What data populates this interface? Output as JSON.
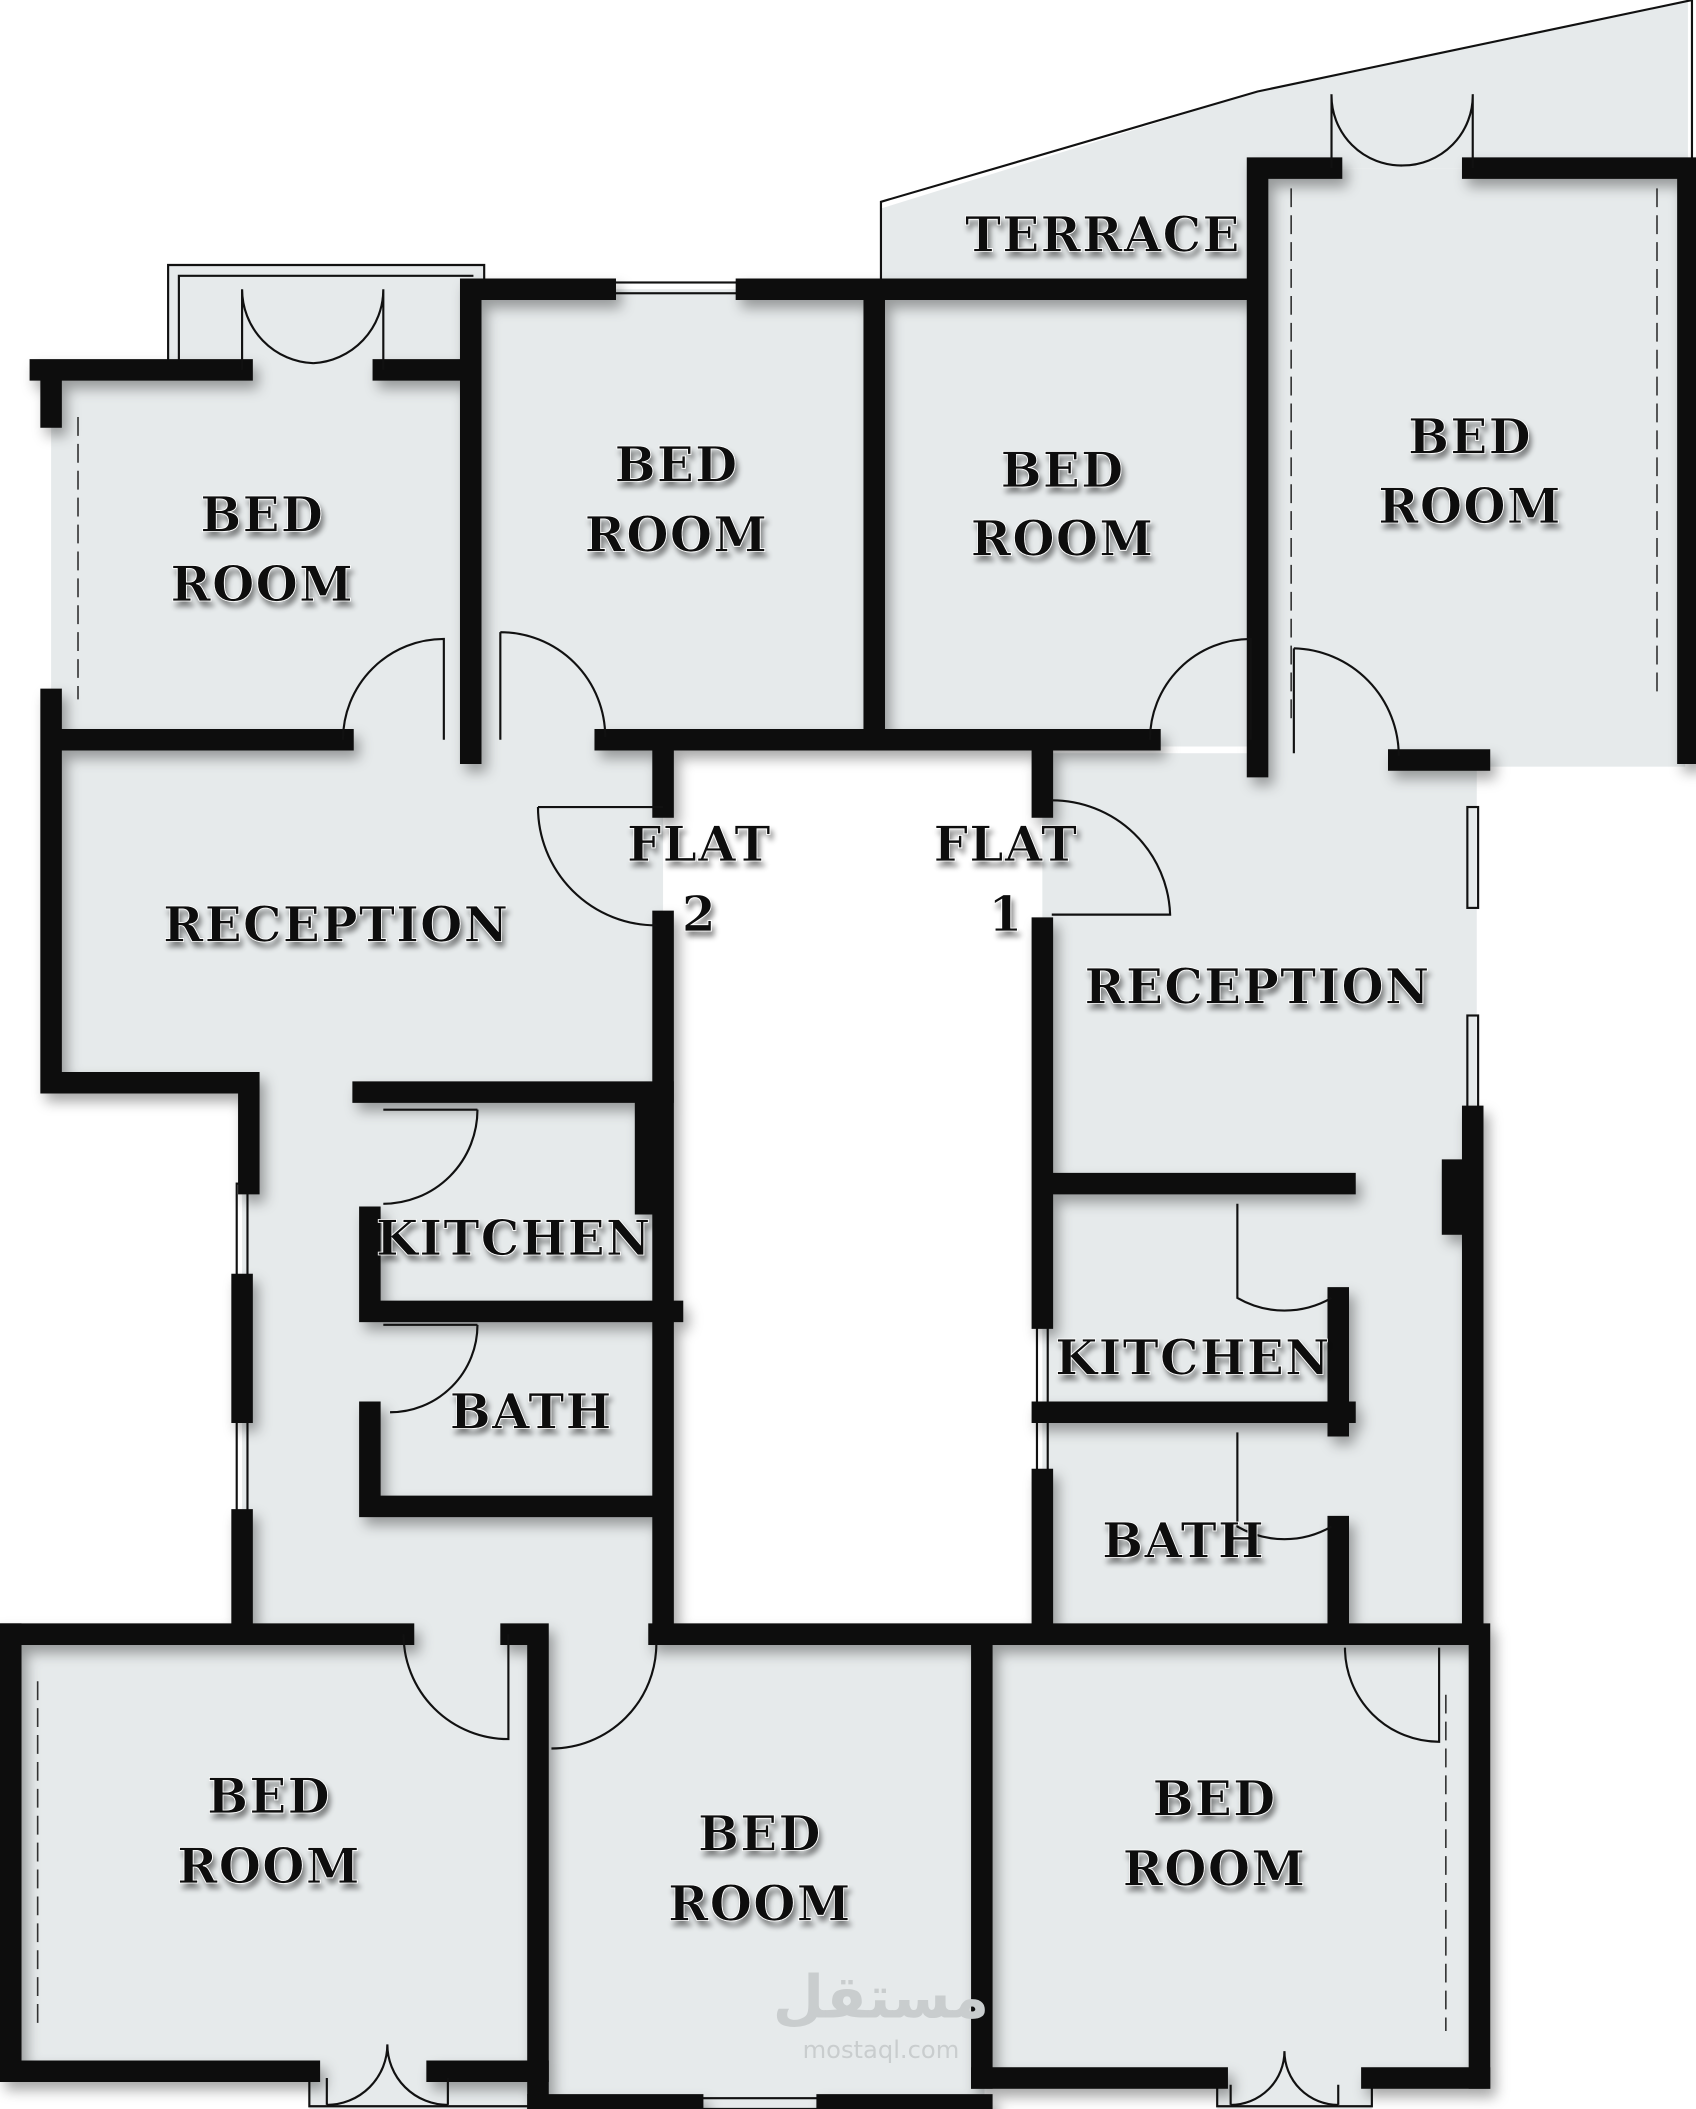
{
  "plan": {
    "terrace": "TERRACE",
    "bedrooms": [
      {
        "line1": "BED",
        "line2": "ROOM"
      },
      {
        "line1": "BED",
        "line2": "ROOM"
      },
      {
        "line1": "BED",
        "line2": "ROOM"
      },
      {
        "line1": "BED",
        "line2": "ROOM"
      },
      {
        "line1": "BED",
        "line2": "ROOM"
      },
      {
        "line1": "BED",
        "line2": "ROOM"
      },
      {
        "line1": "BED",
        "line2": "ROOM"
      }
    ],
    "flat2": {
      "line1": "FLAT",
      "line2": "2",
      "reception": "RECEPTION",
      "kitchen": "KITCHEN",
      "bath": "BATH"
    },
    "flat1": {
      "line1": "FLAT",
      "line2": "1",
      "reception": "RECEPTION",
      "kitchen": "KITCHEN",
      "bath": "BATH"
    },
    "colors": {
      "floor": "#e6eaeb",
      "wall": "#0a0a0a"
    }
  },
  "watermark": {
    "arabic": "مستقل",
    "latin": "mostaql.com"
  }
}
